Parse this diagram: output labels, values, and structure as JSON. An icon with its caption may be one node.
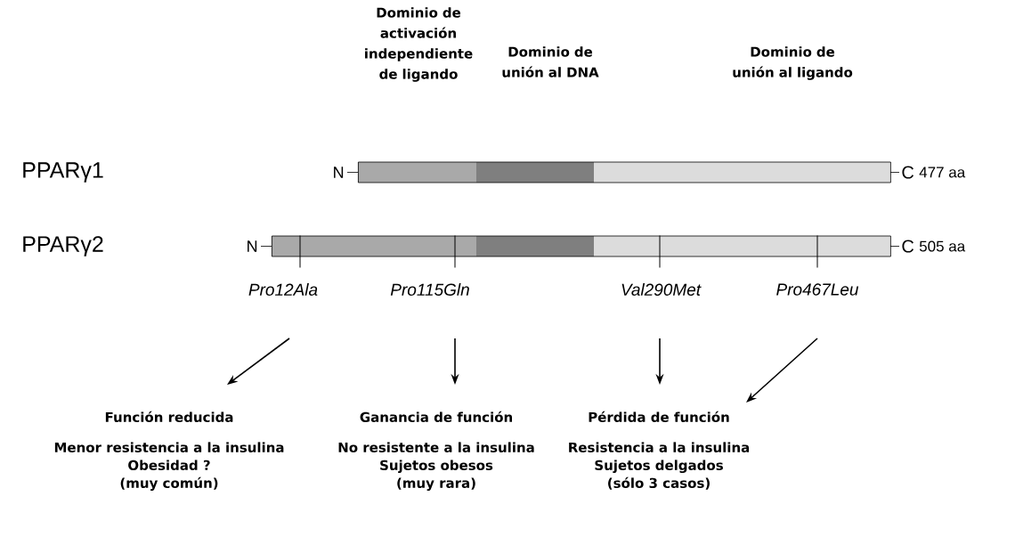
{
  "diagram": {
    "nodes": [
      {
        "text": [],
        "shape": "bar",
        "beside": [
          "N",
          "C",
          "477 aa"
        ]
      },
      {
        "text": [],
        "shape": "bar",
        "beside": [
          "N",
          "C",
          "505 aa"
        ]
      },
      {
        "text": [
          "Pro12Ala"
        ]
      },
      {
        "text": [
          "Pro115Gln"
        ]
      },
      {
        "text": [
          "Val290Met"
        ]
      },
      {
        "text": [
          "Pro467Leu"
        ]
      },
      {
        "text": [
          "Función reducida",
          "Menor resistencia a la insulina",
          "Obesidad ?",
          "(muy común)"
        ]
      },
      {
        "text": [
          "Ganancia de función",
          "No resistente a la insulina",
          "Sujetos obesos",
          "(muy rara)"
        ]
      },
      {
        "text": [
          "Pérdida de función",
          "Resistencia a la insulina",
          "Sujetos delgados",
          "(sólo 3 casos)"
        ]
      }
    ],
    "edges": [
      {
        "from": 2,
        "to": 1,
        "arrow": "none"
      },
      {
        "from": 3,
        "to": 1,
        "arrow": "none"
      },
      {
        "from": 4,
        "to": 1,
        "arrow": "none"
      },
      {
        "from": 5,
        "to": 1,
        "arrow": "none"
      },
      {
        "from": 2,
        "to": 6,
        "arrow": "to"
      },
      {
        "from": 3,
        "to": 7,
        "arrow": "to"
      },
      {
        "from": 4,
        "to": 8,
        "arrow": "to"
      },
      {
        "from": 5,
        "to": 8,
        "arrow": "to"
      }
    ],
    "labels": [
      "Dominio de activación independiente de ligando",
      "Dominio de unión al DNA",
      "Dominio de unión al ligando",
      "PPARγ1",
      "PPARγ2"
    ]
  }
}
